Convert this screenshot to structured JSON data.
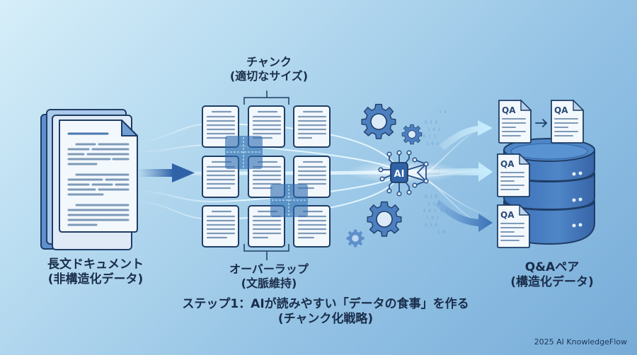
{
  "colors": {
    "background_start": "#d6eef9",
    "background_end": "#77acd8",
    "primary_dark": "#1f3d66",
    "primary": "#3f73b5",
    "primary_light": "#6f9fd6",
    "doc_fill": "#f3f8fd",
    "doc_line": "#7e9ab8",
    "glow": "#e8f8ff",
    "overlap_fill": "#2f6db0",
    "text_dark": "#1a2d4a"
  },
  "source": {
    "title": "長文ドキュメント",
    "subtitle": "(非構造化データ)",
    "icon": "document-stack-icon"
  },
  "chunks": {
    "title": "チャンク",
    "subtitle": "(適切なサイズ)",
    "grid_rows": 3,
    "grid_cols": 3,
    "icon": "chunk-grid-icon"
  },
  "overlap": {
    "title": "オーバーラップ",
    "subtitle": "(文脈維持)"
  },
  "processor": {
    "chip_label": "AI",
    "icons": [
      "gear-icon",
      "ai-chip-icon",
      "neural-network-icon"
    ]
  },
  "output": {
    "title": "Q&Aペア",
    "subtitle": "(構造化データ)",
    "qa_label": "QA",
    "cards": 4,
    "icon": "database-icon"
  },
  "caption": {
    "line1": "ステップ1：AIが読みやすい「データの食事」を作る",
    "line2": "(チャンク化戦略)"
  },
  "footer": {
    "text": "2025 AI KnowledgeFlow"
  }
}
